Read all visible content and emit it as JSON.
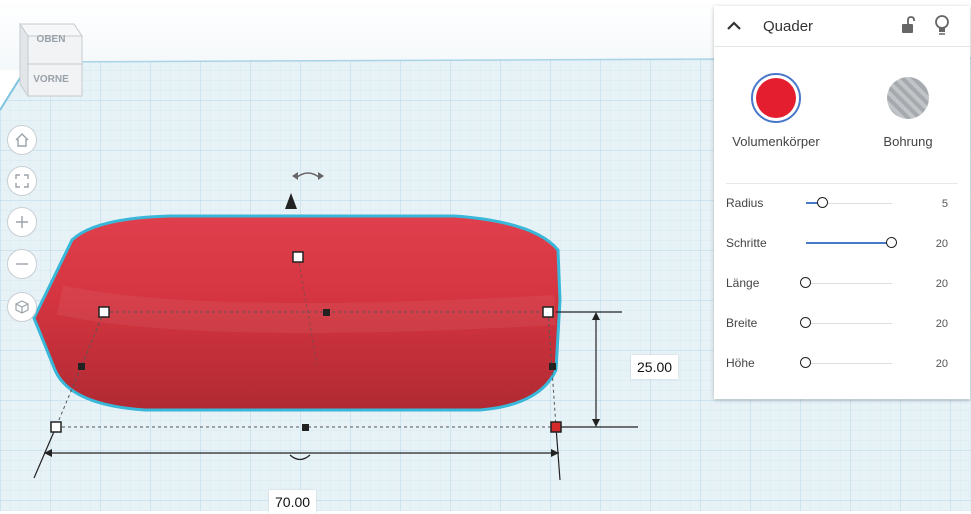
{
  "nav_cube": {
    "top_label": "OBEN",
    "front_label": "VORNE"
  },
  "nav_buttons": [
    {
      "icon": "home-icon"
    },
    {
      "icon": "fit-view-icon"
    },
    {
      "icon": "zoom-in-icon"
    },
    {
      "icon": "zoom-out-icon"
    },
    {
      "icon": "view-cube-icon"
    }
  ],
  "dimensions": {
    "height": "25.00",
    "length": "70.00"
  },
  "shape": {
    "color": "#dd3a46",
    "outline": "#39b7d9"
  },
  "panel": {
    "title": "Quader",
    "icons": {
      "collapse": "chevron-up-icon",
      "lock": "unlock-icon",
      "light": "lightbulb-icon"
    },
    "materials": {
      "solid": {
        "label": "Volumenkörper",
        "color": "#e41e2e",
        "selected": true
      },
      "hole": {
        "label": "Bohrung"
      }
    },
    "properties": [
      {
        "label": "Radius",
        "value": "5",
        "level": 0.2
      },
      {
        "label": "Schritte",
        "value": "20",
        "level": 1.0
      },
      {
        "label": "Länge",
        "value": "20",
        "level": 0.0
      },
      {
        "label": "Breite",
        "value": "20",
        "level": 0.0
      },
      {
        "label": "Höhe",
        "value": "20",
        "level": 0.0
      }
    ]
  }
}
